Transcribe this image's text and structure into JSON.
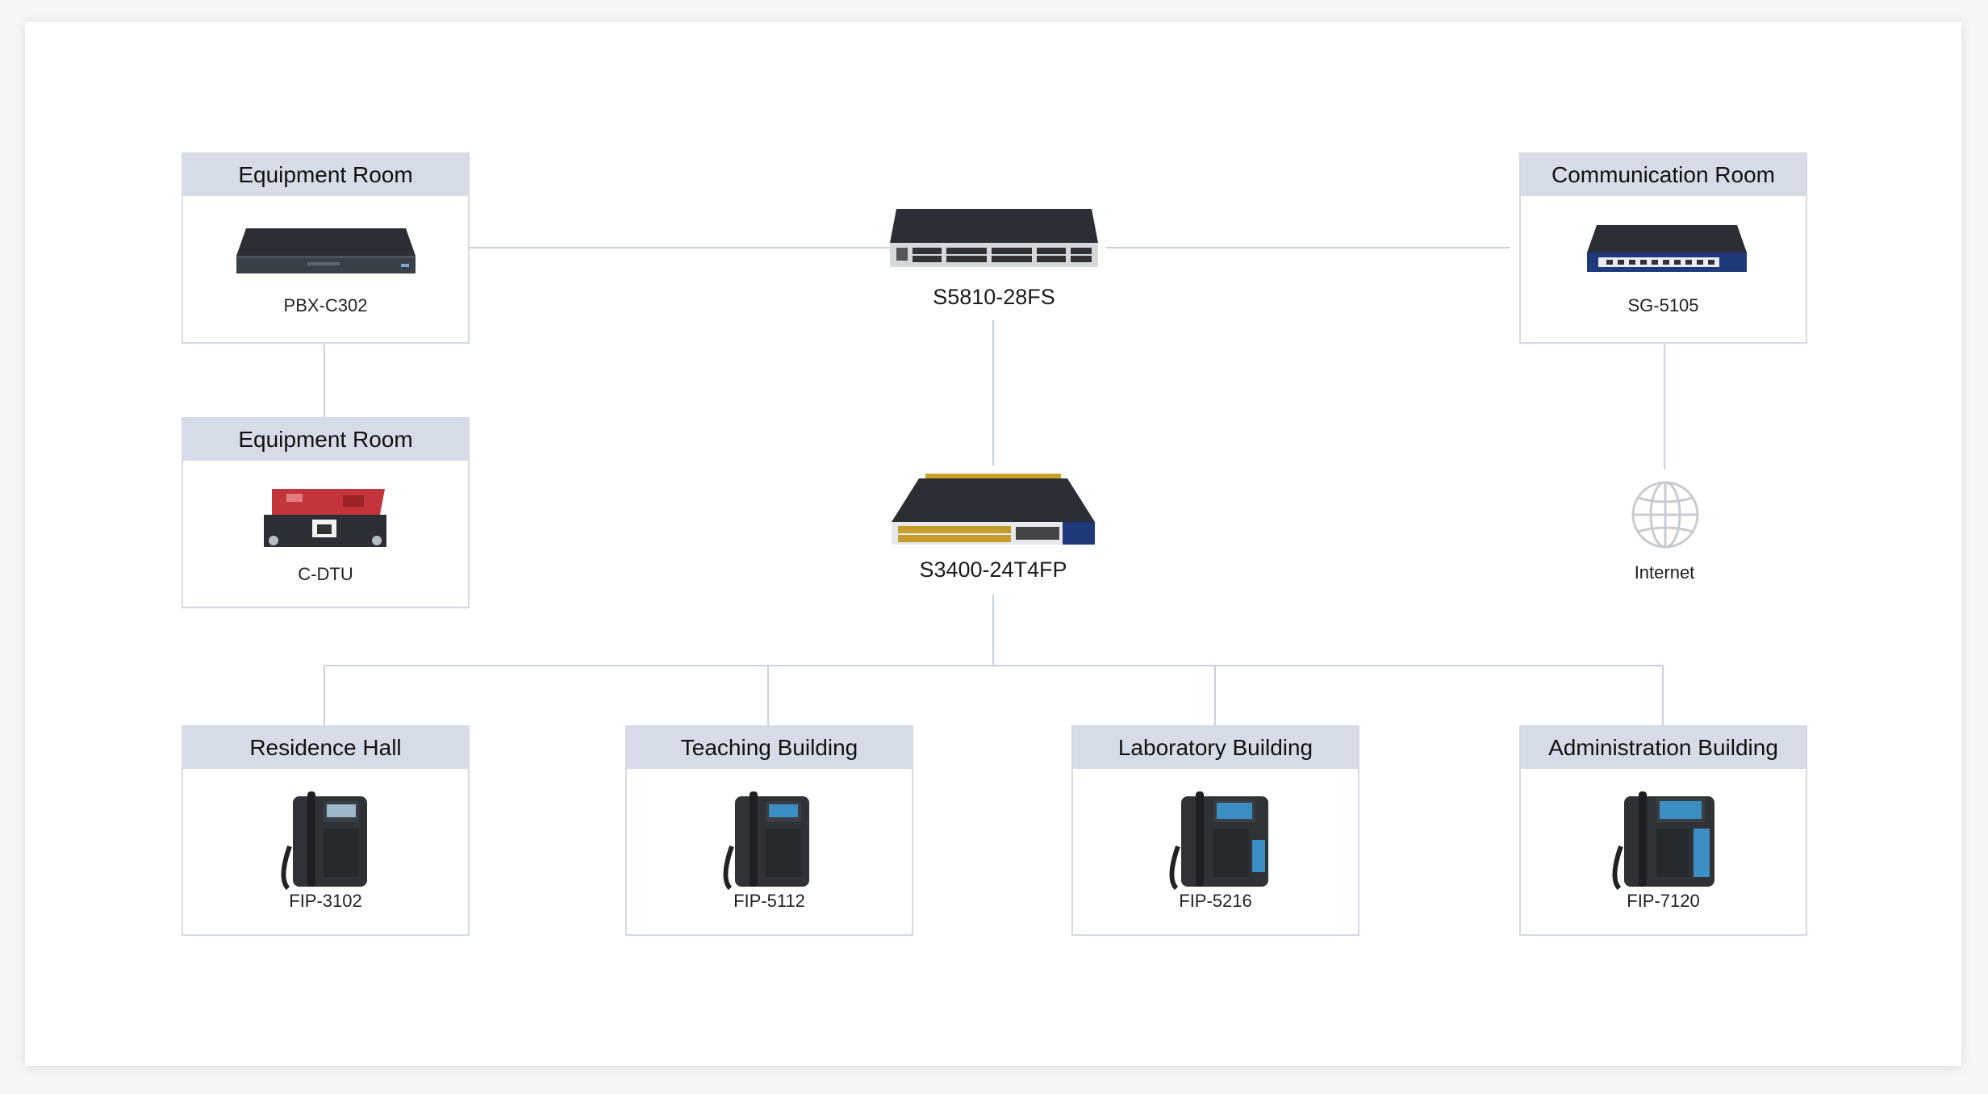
{
  "nodes": {
    "pbx": {
      "room": "Equipment Room",
      "model": "PBX-C302"
    },
    "dtu": {
      "room": "Equipment Room",
      "model": "C-DTU"
    },
    "core_switch": {
      "model": "S5810-28FS"
    },
    "access_switch": {
      "model": "S3400-24T4FP"
    },
    "gateway": {
      "room": "Communication Room",
      "model": "SG-5105"
    },
    "internet": {
      "label": "Internet"
    },
    "phones": [
      {
        "room": "Residence Hall",
        "model": "FIP-3102"
      },
      {
        "room": "Teaching Building",
        "model": "FIP-5112"
      },
      {
        "room": "Laboratory Building",
        "model": "FIP-5216"
      },
      {
        "room": "Administration Building",
        "model": "FIP-7120"
      }
    ]
  },
  "colors": {
    "header_bg": "#d5dce7",
    "border": "#d3dae4",
    "link": "#c9d1de"
  }
}
